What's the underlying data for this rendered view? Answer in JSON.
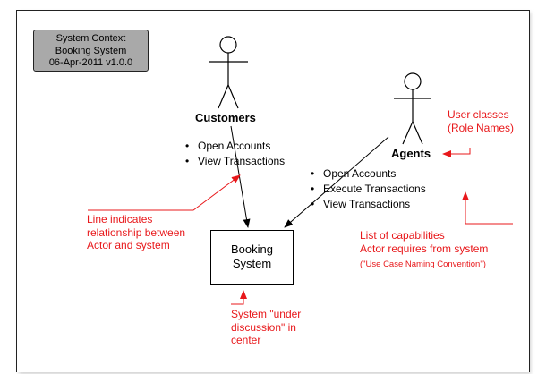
{
  "title_box": {
    "line1": "System Context",
    "line2": "Booking System",
    "line3": "06-Apr-2011 v1.0.0"
  },
  "actors": {
    "customers": {
      "name": "Customers",
      "capabilities": [
        "Open Accounts",
        "View Transactions"
      ]
    },
    "agents": {
      "name": "Agents",
      "capabilities": [
        "Open Accounts",
        "Execute Transactions",
        "View Transactions"
      ]
    }
  },
  "system": {
    "line1": "Booking",
    "line2": "System"
  },
  "bullet": "•",
  "annotations": {
    "relationship": [
      "Line indicates",
      "relationship between",
      "Actor and system"
    ],
    "user_classes": [
      "User classes",
      "(Role Names)"
    ],
    "capabilities": [
      "List of capabilities",
      "Actor requires from system"
    ],
    "naming_convention": "(\"Use Case Naming Convention\")",
    "system_center": [
      "System \"under",
      "discussion\" in",
      "center"
    ]
  },
  "colors": {
    "annotation": "#e8181b",
    "title_box_fill": "#a9a9a9",
    "line": "#000000"
  }
}
